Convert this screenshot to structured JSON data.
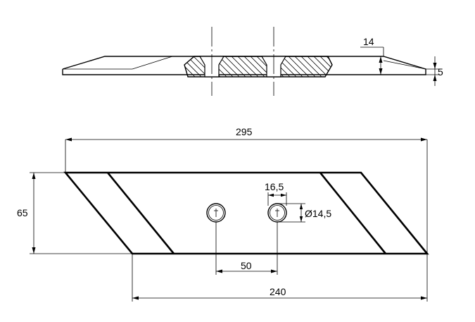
{
  "dimensions": {
    "top_width_14": "14",
    "top_thickness_5": "5",
    "overall_length": "295",
    "height": "65",
    "hole_spacing_width": "16,5",
    "hole_diameter": "Ø14,5",
    "hole_center_distance": "50",
    "base_length": "240"
  }
}
